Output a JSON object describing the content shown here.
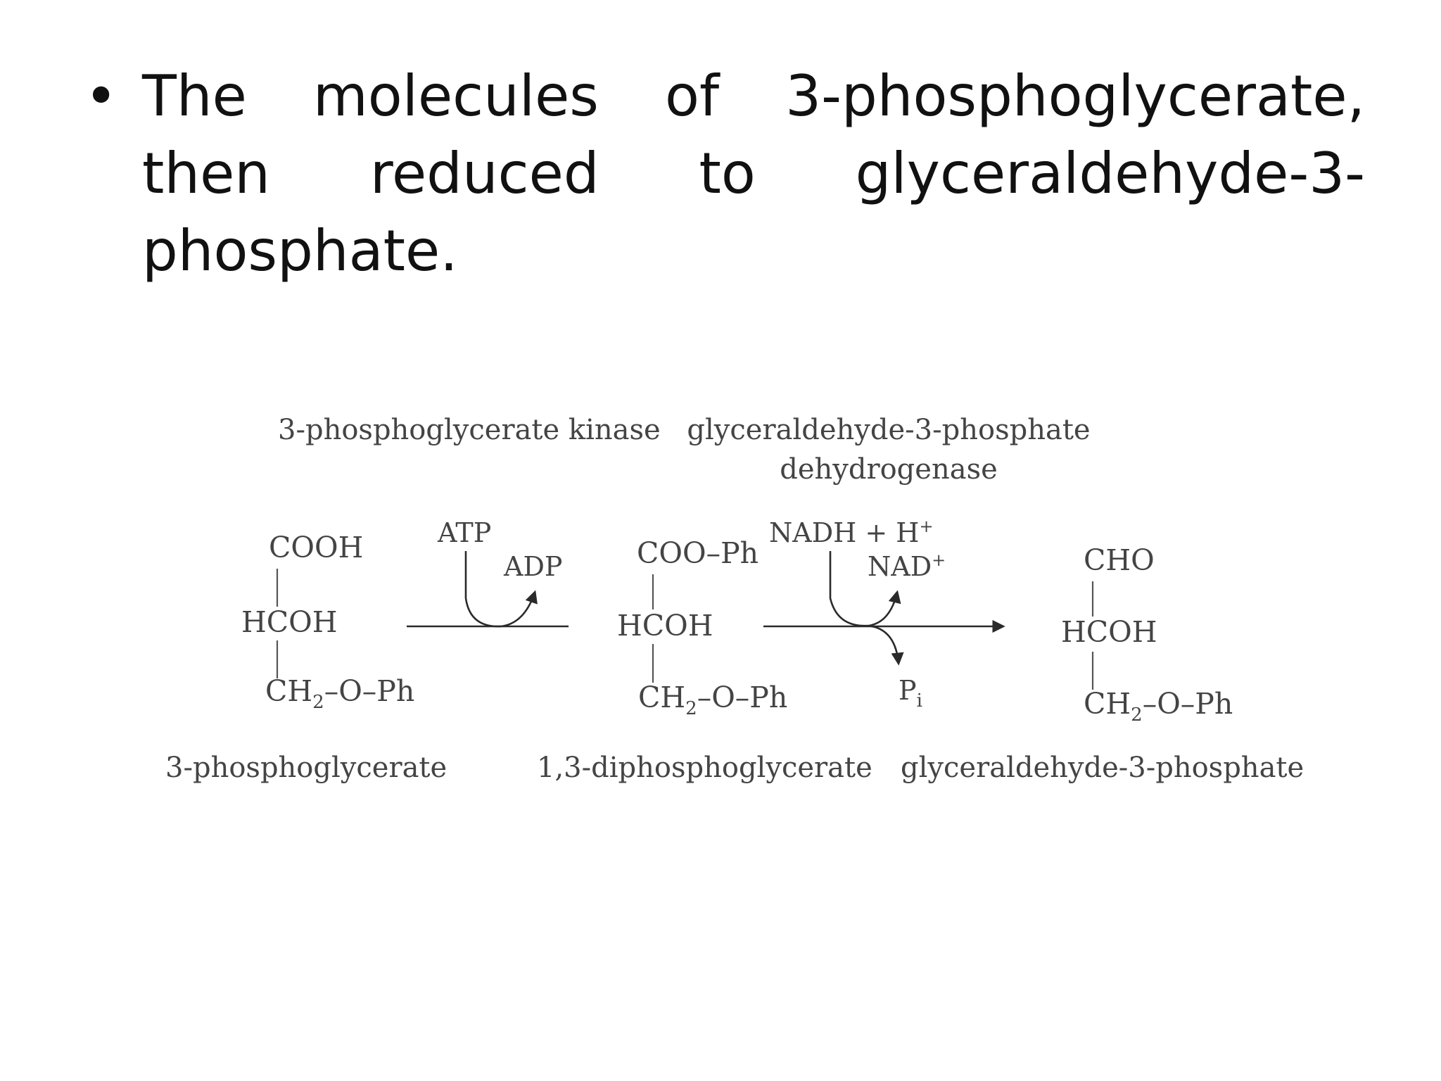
{
  "bullet": {
    "symbol": "•",
    "text": "The molecules of 3-phosphoglycerate, then reduced to glyceraldehyde-3-phosphate."
  },
  "diagram": {
    "enzymes": {
      "kinase": "3-phosphoglycerate kinase",
      "dehydrogenase_line1": "glyceraldehyde-3-phosphate",
      "dehydrogenase_line2": "dehydrogenase"
    },
    "compound1": {
      "top": "COOH",
      "middle": "HCOH",
      "bottom_prefix": "CH",
      "bottom_sub": "2",
      "bottom_suffix": "–O–Ph",
      "name": "3-phosphoglycerate"
    },
    "compound2": {
      "top": "COO–Ph",
      "middle": "HCOH",
      "bottom_prefix": "CH",
      "bottom_sub": "2",
      "bottom_suffix": "–O–Ph",
      "name": "1,3-diphosphoglycerate"
    },
    "compound3": {
      "top": "CHO",
      "middle": "HCOH",
      "bottom_prefix": "CH",
      "bottom_sub": "2",
      "bottom_suffix": "–O–Ph",
      "name": "glyceraldehyde-3-phosphate"
    },
    "cofactors": {
      "atp": "ATP",
      "adp": "ADP",
      "nadh_text": "NADH + H",
      "nadh_sup": "+",
      "nad_text": "NAD",
      "nad_sup": "+",
      "pi_text": "P",
      "pi_sub": "i"
    }
  }
}
